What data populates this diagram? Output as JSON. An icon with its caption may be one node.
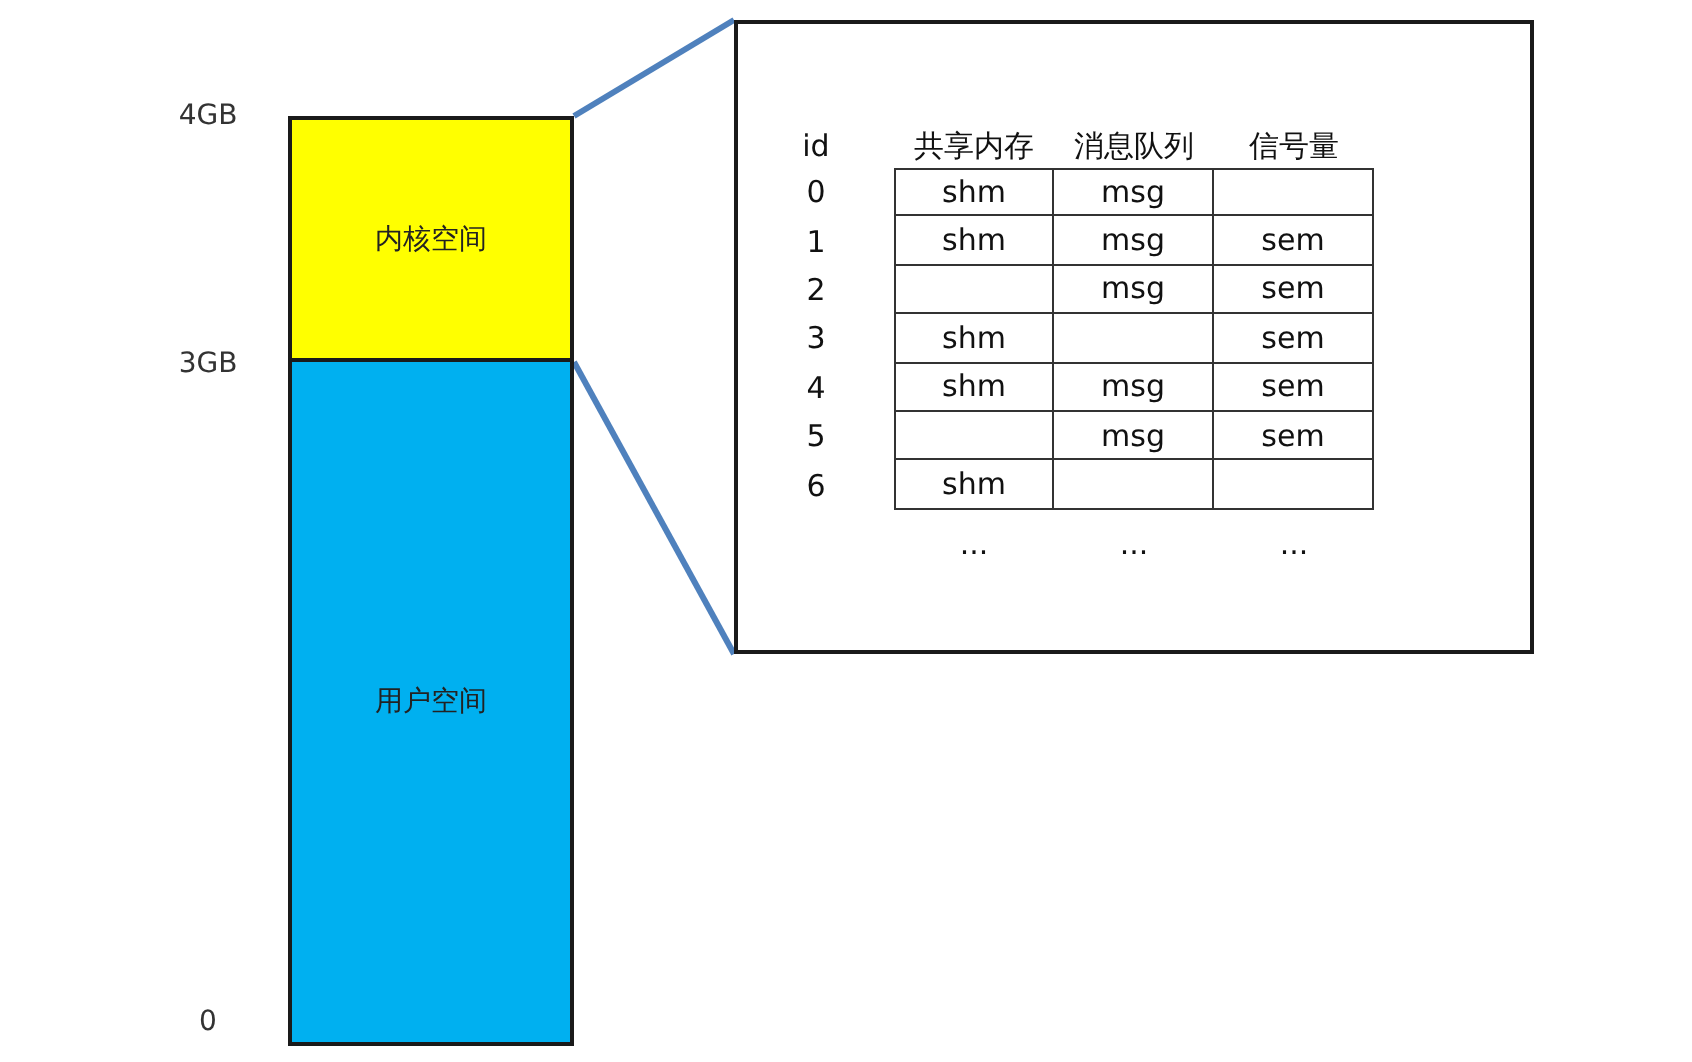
{
  "diagram": {
    "nodes": [
      {
        "text": [
          "内核空间"
        ]
      },
      {
        "text": [
          "用户空间"
        ]
      },
      {
        "text": [],
        "shape": "box"
      }
    ],
    "edges": [
      {
        "from": 0,
        "to": 2,
        "arrow": "none"
      },
      {
        "from": 0,
        "to": 2,
        "arrow": "none"
      }
    ],
    "labels": [
      "4GB",
      "3GB",
      "0",
      "id",
      "共享内存",
      "消息队列",
      "信号量",
      "0",
      "shm",
      "msg",
      "1",
      "shm",
      "msg",
      "sem",
      "2",
      "msg",
      "sem",
      "3",
      "shm",
      "sem",
      "4",
      "shm",
      "msg",
      "sem",
      "5",
      "msg",
      "sem",
      "6",
      "shm",
      "...",
      "...",
      "..."
    ]
  }
}
